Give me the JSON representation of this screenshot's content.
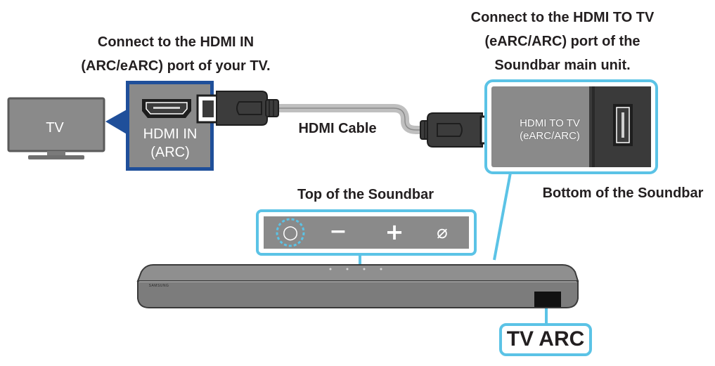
{
  "labels": {
    "hdmi_in_caption": "Connect to the HDMI IN (ARC/eARC) port of your TV.",
    "hdmi_to_tv_caption": "Connect to the HDMI TO TV (eARC/ARC) port of the Soundbar main unit.",
    "hdmi_cable": "HDMI Cable",
    "top_of_soundbar": "Top of the Soundbar",
    "bottom_of_soundbar": "Bottom of the Soundbar",
    "tv": "TV",
    "hdmi_in_port": "HDMI IN (ARC)",
    "hdmi_to_tv_port": "HDMI TO TV (eARC/ARC)",
    "tv_arc": "TV ARC",
    "soundbar_brand": "SAMSUNG"
  },
  "buttons": {
    "power": "○",
    "volume_down": "−",
    "volume_up": "+",
    "mute": "⌀"
  },
  "colors": {
    "highlight_cyan": "#5bc3e6",
    "tv_port_frame": "#1f4f9a",
    "panel_gray": "#8a8a8a",
    "cable": "#bfbfbf",
    "text": "#231f20"
  }
}
